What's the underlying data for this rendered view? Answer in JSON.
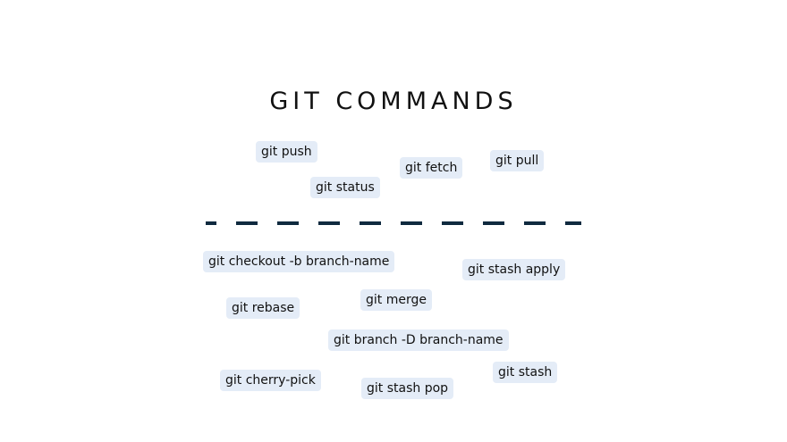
{
  "title": "GIT COMMANDS",
  "colors": {
    "chip_background": "#e4ecf7",
    "divider": "#0f2a3f",
    "text": "#111111"
  },
  "top_group": [
    {
      "id": "push",
      "label": "git push"
    },
    {
      "id": "fetch",
      "label": "git fetch"
    },
    {
      "id": "pull",
      "label": "git pull"
    },
    {
      "id": "status",
      "label": "git status"
    }
  ],
  "bottom_group": [
    {
      "id": "checkout",
      "label": "git checkout -b branch-name"
    },
    {
      "id": "stash-apply",
      "label": "git stash apply"
    },
    {
      "id": "merge",
      "label": "git merge"
    },
    {
      "id": "rebase",
      "label": "git rebase"
    },
    {
      "id": "branch-delete",
      "label": "git branch -D branch-name"
    },
    {
      "id": "stash",
      "label": "git stash"
    },
    {
      "id": "cherry-pick",
      "label": "git cherry-pick"
    },
    {
      "id": "stash-pop",
      "label": "git stash pop"
    }
  ]
}
